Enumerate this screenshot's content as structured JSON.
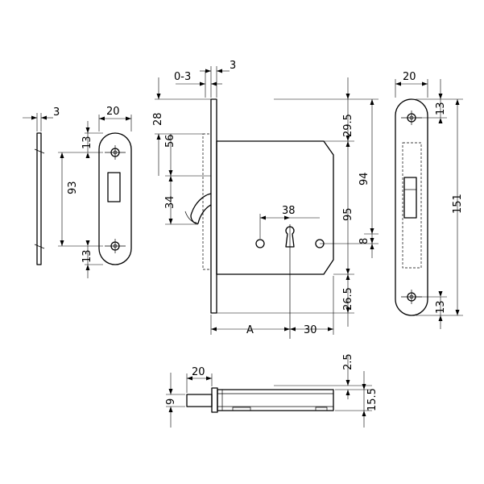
{
  "dimensions": {
    "face_thickness": "3",
    "face_width": "20",
    "face_hole_offset_top": "13",
    "face_hole_spacing": "93",
    "face_hole_offset_bottom": "13",
    "adjust_range": "0-3",
    "plate_thickness": "3",
    "hook_top_offset": "28",
    "hook_position": "56",
    "hook_height": "34",
    "key_spacing": "38",
    "top_to_keyhole": "29.5",
    "body_height": "94",
    "case_height": "95",
    "keyhole_offset": "8",
    "bottom_offset": "26.5",
    "backset": "A",
    "keyhole_to_edge": "30",
    "strike_width": "20",
    "strike_hole_offset_top": "13",
    "strike_length": "151",
    "strike_hole_offset_bottom": "13",
    "hook_projection": "20",
    "hook_thickness": "9",
    "bolt_offset": "2.5",
    "case_depth": "15.5"
  },
  "colors": {
    "line": "#000000",
    "background": "#ffffff"
  }
}
